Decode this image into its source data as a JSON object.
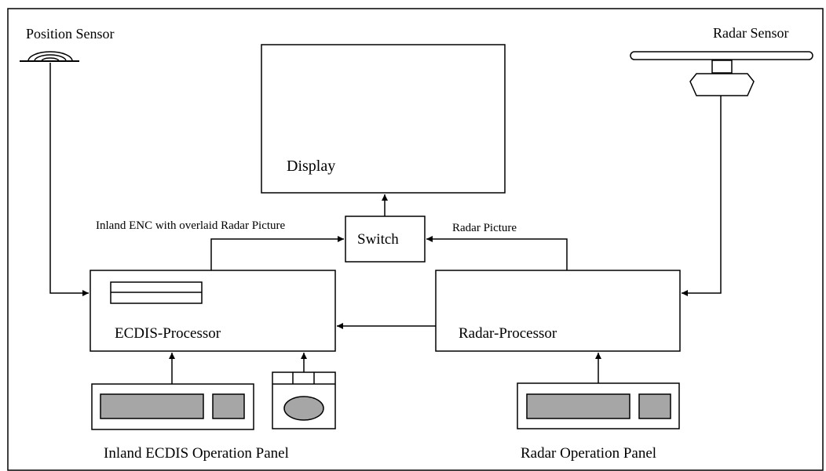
{
  "diagram": {
    "labels": {
      "position_sensor": "Position Sensor",
      "radar_sensor": "Radar Sensor",
      "display": "Display",
      "switch": "Switch",
      "enc_overlay_flow": "Inland ENC with overlaid Radar Picture",
      "radar_picture_flow": "Radar Picture",
      "ecdis_processor": "ECDIS-Processor",
      "radar_processor": "Radar-Processor",
      "ecdis_panel": "Inland ECDIS Operation Panel",
      "radar_panel": "Radar Operation Panel"
    },
    "colors": {
      "stroke": "#000000",
      "panel_fill": "#a6a6a6",
      "background": "#ffffff"
    }
  }
}
